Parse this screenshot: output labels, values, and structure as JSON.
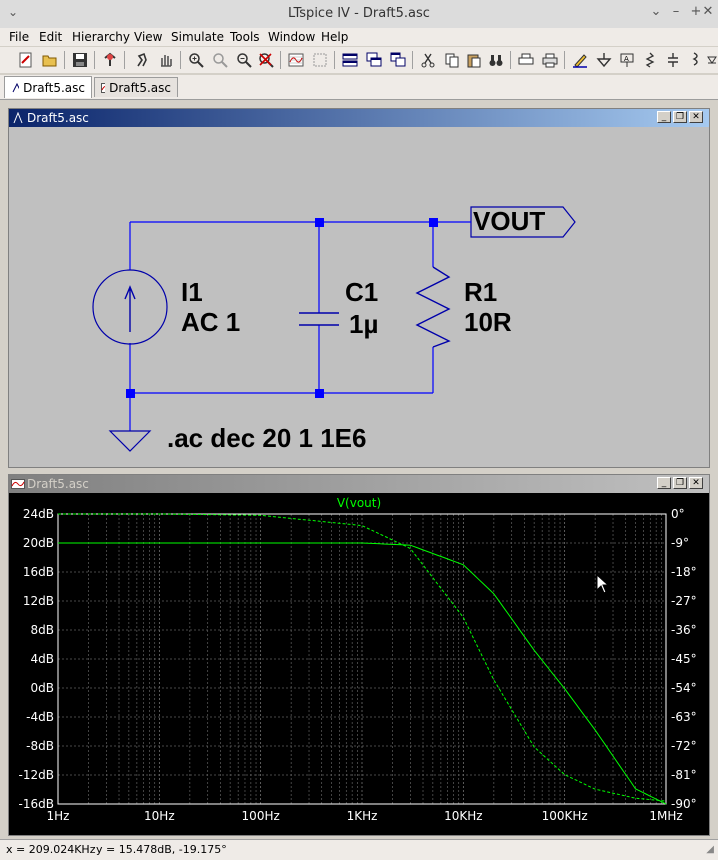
{
  "app": {
    "window_title": "LTspice IV - Draft5.asc"
  },
  "menu": {
    "items": [
      "File",
      "Edit",
      "Hierarchy",
      "View",
      "Simulate",
      "Tools",
      "Window",
      "Help"
    ]
  },
  "tabs": [
    {
      "label": "Draft5.asc",
      "icon": "schematic-icon"
    },
    {
      "label": "Draft5.asc",
      "icon": "waveform-icon"
    }
  ],
  "schematic_window": {
    "title": "Draft5.asc",
    "components": {
      "i1": {
        "name": "I1",
        "value": "AC 1"
      },
      "c1": {
        "name": "C1",
        "value": "1µ"
      },
      "r1": {
        "name": "R1",
        "value": "10R"
      },
      "vout_label": "VOUT",
      "directive": ".ac dec 20 1 1E6"
    },
    "colors": {
      "wire": "#0000ff",
      "component": "#0000aa",
      "background": "#c0c0c0"
    }
  },
  "plot_window": {
    "title": "Draft5.asc"
  },
  "chart_data": {
    "type": "line",
    "title": "V(vout)",
    "x_scale": "log",
    "xlim": [
      1,
      1000000
    ],
    "x_ticks": [
      "1Hz",
      "10Hz",
      "100Hz",
      "1KHz",
      "10KHz",
      "100KHz",
      "1MHz"
    ],
    "y_left": {
      "ticks": [
        "24dB",
        "20dB",
        "16dB",
        "12dB",
        "8dB",
        "4dB",
        "0dB",
        "-4dB",
        "-8dB",
        "-12dB",
        "-16dB"
      ],
      "ylim": [
        -16,
        24
      ]
    },
    "y_right": {
      "ticks": [
        "0°",
        "-9°",
        "-18°",
        "-27°",
        "-36°",
        "-45°",
        "-54°",
        "-63°",
        "-72°",
        "-81°",
        "-90°"
      ],
      "ylim": [
        -90,
        0
      ]
    },
    "grid": true,
    "series": [
      {
        "name": "V(vout)",
        "role": "magnitude",
        "color": "#00ff00",
        "style": "solid",
        "x": [
          1,
          10,
          100,
          1000,
          3000,
          10000,
          20000,
          50000,
          100000,
          200000,
          500000,
          1000000
        ],
        "y": [
          20,
          20,
          20,
          20,
          19.7,
          17.0,
          13.0,
          5.2,
          -0.1,
          -5.8,
          -13.9,
          -16.0
        ]
      },
      {
        "name": "",
        "role": "phase",
        "color": "#00ff00",
        "style": "dashed",
        "x": [
          1,
          10,
          100,
          1000,
          3000,
          10000,
          20000,
          50000,
          100000,
          200000,
          500000,
          1000000
        ],
        "y": [
          0,
          0,
          -0.4,
          -3.6,
          -10.7,
          -32.1,
          -51.5,
          -72.3,
          -80.9,
          -85.4,
          -88.2,
          -89.1
        ]
      }
    ]
  },
  "status": {
    "x_readout": "x = 209.024KHz",
    "y_readout": "y = 15.478dB, -19.175°"
  }
}
